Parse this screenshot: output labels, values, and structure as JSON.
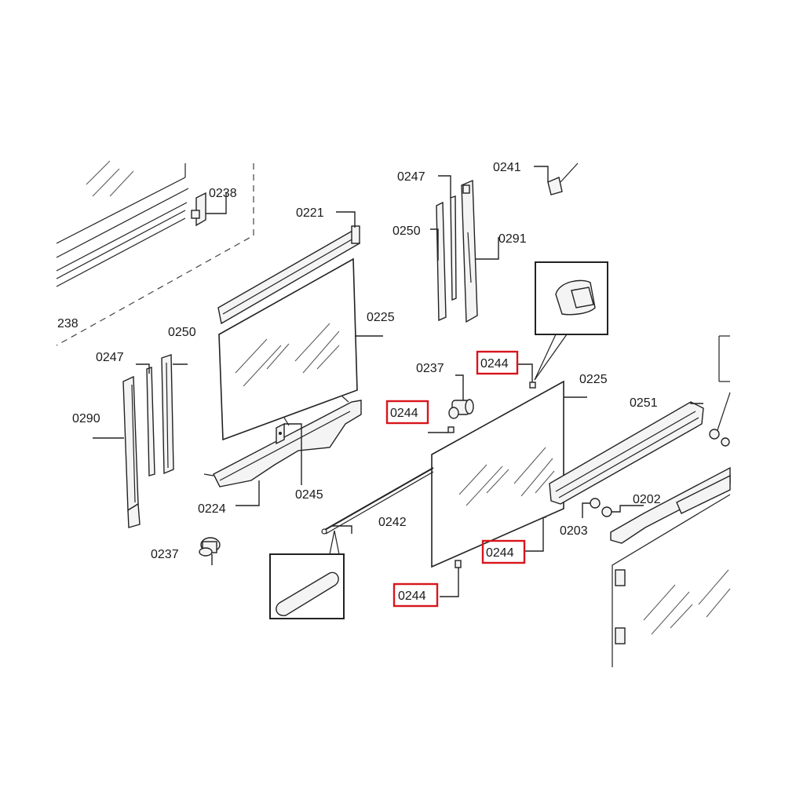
{
  "highlight_color": "#d8151c",
  "labels": {
    "l0238a": "0238",
    "l0238b": "238",
    "l0221": "0221",
    "l0225a": "0225",
    "l0250a": "0250",
    "l0247a": "0247",
    "l0290": "0290",
    "l0224": "0224",
    "l0245": "0245",
    "l0237a": "0237",
    "l0247b": "0247",
    "l0250b": "0250",
    "l0291": "0291",
    "l0241": "0241",
    "l0237b": "0237",
    "l0244a": "0244",
    "l0244b": "0244",
    "l0225b": "0225",
    "l0251": "0251",
    "l0242": "0242",
    "l0244c": "0244",
    "l0244d": "0244",
    "l0202": "0202",
    "l0203": "0203"
  }
}
